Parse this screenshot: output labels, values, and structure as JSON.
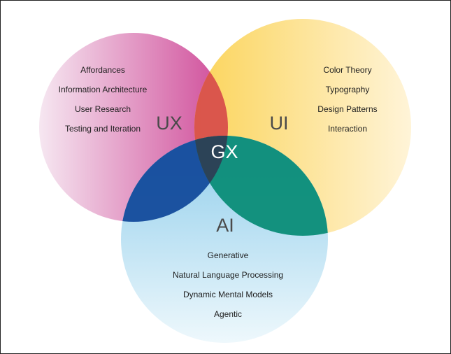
{
  "diagram": {
    "type": "venn",
    "sets": [
      {
        "id": "ux",
        "label": "UX",
        "items": [
          "Affordances",
          "Information Architecture",
          "User Research",
          "Testing and Iteration"
        ],
        "color_start": "#f6e7f1",
        "color_end": "#cf4a98"
      },
      {
        "id": "ui",
        "label": "UI",
        "items": [
          "Color Theory",
          "Typography",
          "Design Patterns",
          "Interaction"
        ],
        "color_start": "#fbd45a",
        "color_end": "#fff4d8"
      },
      {
        "id": "ai",
        "label": "AI",
        "items": [
          "Generative",
          "Natural Language Processing",
          "Dynamic Mental Models",
          "Agentic"
        ],
        "color_start": "#8fcdeb",
        "color_end": "#eef8fc"
      }
    ],
    "center": {
      "label": "GX",
      "color": "#2c4357"
    },
    "overlaps": {
      "ux_ui": "#d9504b",
      "ux_ai": "#174f9e",
      "ui_ai": "#0f8f7b"
    }
  }
}
